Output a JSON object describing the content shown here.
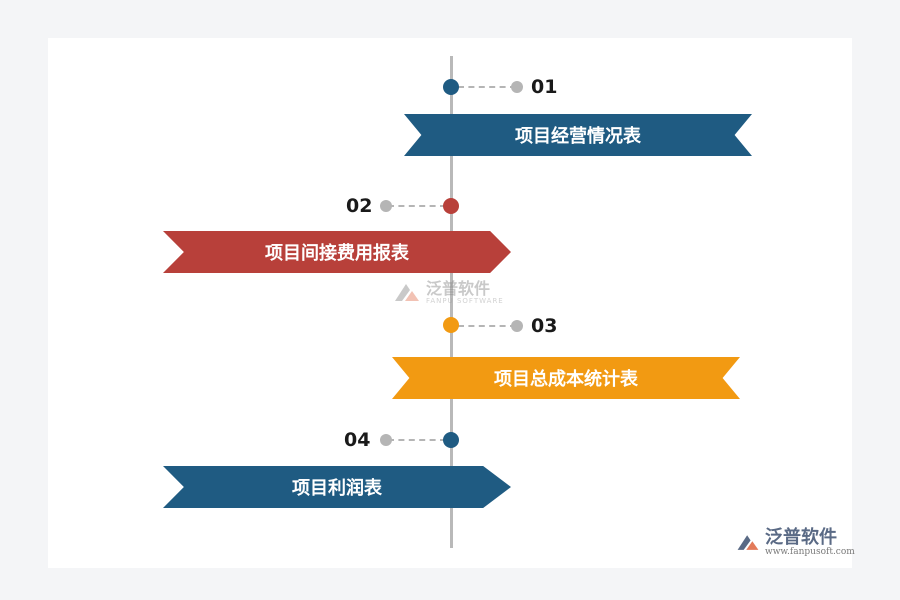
{
  "colors": {
    "blue": "#1f5b82",
    "red": "#b8403a",
    "orange": "#f29a12",
    "gray": "#b5b5b5"
  },
  "steps": [
    {
      "num": "01",
      "label": "项目经营情况表",
      "color": "#1f5b82"
    },
    {
      "num": "02",
      "label": "项目间接费用报表",
      "color": "#b8403a"
    },
    {
      "num": "03",
      "label": "项目总成本统计表",
      "color": "#f29a12"
    },
    {
      "num": "04",
      "label": "项目利润表",
      "color": "#1f5b82"
    }
  ],
  "watermark": {
    "cn": "泛普软件",
    "en": "FANPU SOFTWARE",
    "icon": "fanpu-logo-icon"
  },
  "logo": {
    "cn": "泛普软件",
    "url": "www.fanpusoft.com",
    "icon": "fanpu-logo-icon"
  }
}
